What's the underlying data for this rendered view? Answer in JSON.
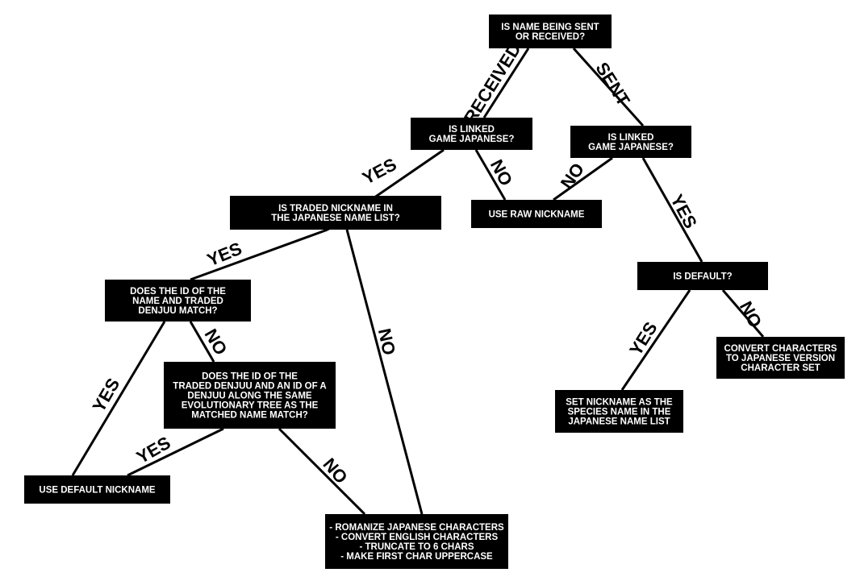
{
  "colors": {
    "box_fill": "#000000",
    "box_text": "#ffffff",
    "line": "#000000",
    "background": "#ffffff"
  },
  "nodes": {
    "root": {
      "lines": [
        "IS NAME BEING SENT",
        "OR RECEIVED?"
      ]
    },
    "received_linked": {
      "lines": [
        "IS LINKED",
        "GAME JAPANESE?"
      ]
    },
    "sent_linked": {
      "lines": [
        "IS LINKED",
        "GAME JAPANESE?"
      ]
    },
    "nickname_in_list": {
      "lines": [
        "IS TRADED NICKNAME IN",
        "THE JAPANESE NAME LIST?"
      ]
    },
    "use_raw": {
      "lines": [
        "USE RAW NICKNAME"
      ]
    },
    "is_default": {
      "lines": [
        "IS DEFAULT?"
      ]
    },
    "id_match": {
      "lines": [
        "DOES THE ID OF THE",
        "NAME AND TRADED",
        "DENJUU MATCH?"
      ]
    },
    "convert_chars": {
      "lines": [
        "CONVERT CHARACTERS",
        "TO JAPANESE VERSION",
        "CHARACTER SET"
      ]
    },
    "evo_match": {
      "lines": [
        "DOES THE ID OF THE",
        "TRADED DENJUU AND AN ID OF A",
        "DENJUU ALONG THE SAME",
        "EVOLUTIONARY TREE AS THE",
        "MATCHED NAME MATCH?"
      ]
    },
    "set_species": {
      "lines": [
        "SET NICKNAME AS THE",
        "SPECIES NAME IN THE",
        "JAPANESE NAME LIST"
      ]
    },
    "use_default": {
      "lines": [
        "USE DEFAULT NICKNAME"
      ]
    },
    "romanize": {
      "lines": [
        "- ROMANIZE JAPANESE CHARACTERS",
        "- CONVERT ENGLISH CHARACTERS",
        "- TRUNCATE TO 6 CHARS",
        "- MAKE FIRST CHAR UPPERCASE"
      ]
    }
  },
  "edges": {
    "received": {
      "from": "root",
      "to": "received_linked",
      "label": "RECEIVED"
    },
    "sent": {
      "from": "root",
      "to": "sent_linked",
      "label": "SENT"
    },
    "received_yes": {
      "from": "received_linked",
      "to": "nickname_in_list",
      "label": "YES"
    },
    "received_no": {
      "from": "received_linked",
      "to": "use_raw",
      "label": "NO"
    },
    "sent_no": {
      "from": "sent_linked",
      "to": "use_raw",
      "label": "NO"
    },
    "sent_yes": {
      "from": "sent_linked",
      "to": "is_default",
      "label": "YES"
    },
    "list_yes": {
      "from": "nickname_in_list",
      "to": "id_match",
      "label": "YES"
    },
    "list_no": {
      "from": "nickname_in_list",
      "to": "romanize",
      "label": "NO"
    },
    "idmatch_yes": {
      "from": "id_match",
      "to": "use_default",
      "label": "YES"
    },
    "idmatch_no": {
      "from": "id_match",
      "to": "evo_match",
      "label": "NO"
    },
    "evo_yes": {
      "from": "evo_match",
      "to": "use_default",
      "label": "YES"
    },
    "evo_no": {
      "from": "evo_match",
      "to": "romanize",
      "label": "NO"
    },
    "default_yes": {
      "from": "is_default",
      "to": "set_species",
      "label": "YES"
    },
    "default_no": {
      "from": "is_default",
      "to": "convert_chars",
      "label": "NO"
    }
  }
}
